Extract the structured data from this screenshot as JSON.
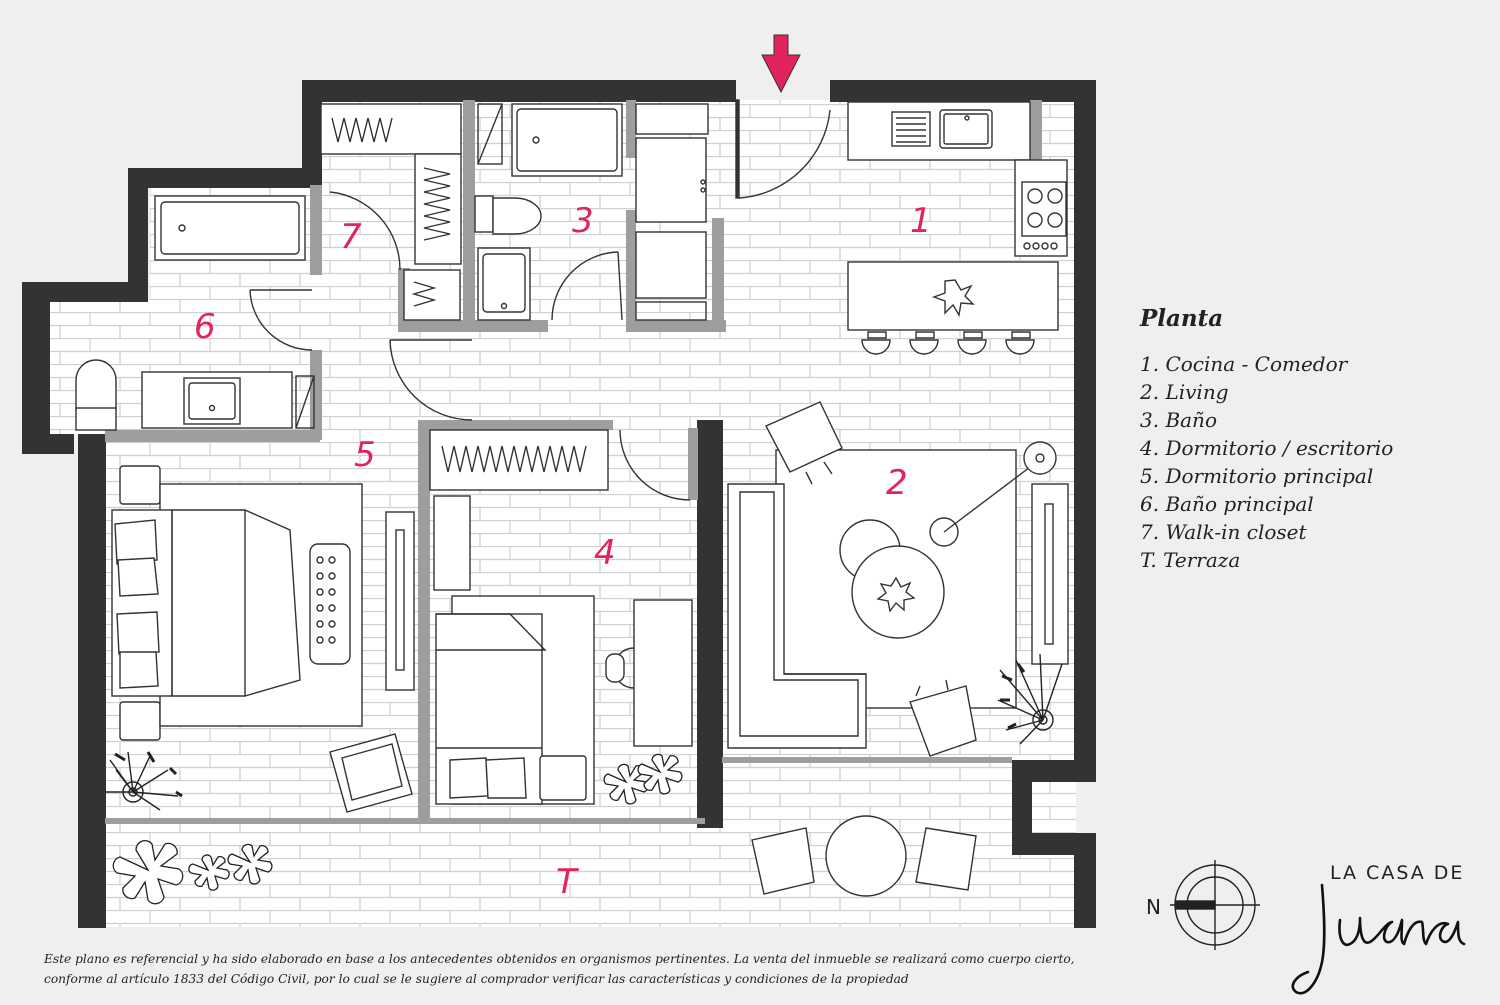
{
  "rooms": [
    {
      "num": "1"
    },
    {
      "num": "2"
    },
    {
      "num": "3"
    },
    {
      "num": "4"
    },
    {
      "num": "5"
    },
    {
      "num": "6"
    },
    {
      "num": "7"
    },
    {
      "num": "T"
    }
  ],
  "legend": {
    "title": "Planta",
    "items": [
      "1.  Cocina - Comedor",
      "2.  Living",
      "3.  Baño",
      "4.  Dormitorio / escritorio",
      "5.  Dormitorio principal",
      "6.  Baño principal",
      "7.  Walk-in closet",
      "T.  Terraza"
    ]
  },
  "compass": {
    "north_label": "N"
  },
  "brand": {
    "line1": "LA CASA DE",
    "script": "Juana"
  },
  "disclaimer": "Este plano es referencial y ha sido elaborado en base a los antecedentes obtenidos en organismos pertinentes.  La venta del inmueble se realizará como cuerpo cierto, conforme al artículo 1833 del Código Civil, por lo cual se le sugiere al comprador verificar las características y condiciones de la propiedad",
  "colors": {
    "wall": "#333333",
    "partition": "#9e9e9e",
    "accent": "#e3245c",
    "floor": "#ffffff",
    "tile_line": "#d0d0d0",
    "background": "#efefef"
  },
  "icons": [
    "entrance-arrow-icon",
    "compass-icon",
    "plant-icon",
    "flower-icon"
  ]
}
